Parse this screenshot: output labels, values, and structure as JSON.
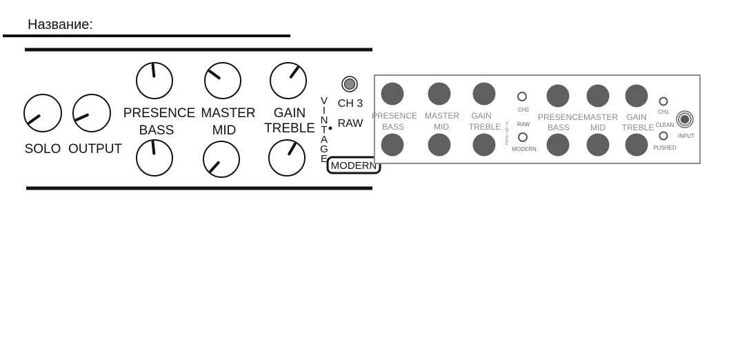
{
  "title_label": "Название:",
  "settings_panel": {
    "knobs": [
      {
        "name": "solo",
        "label": "SOLO",
        "value": 0.8
      },
      {
        "name": "output",
        "label": "OUTPUT",
        "value": 1.2
      },
      {
        "name": "presence",
        "label": "PRESENCE",
        "value": 4.8
      },
      {
        "name": "bass",
        "label": "BASS",
        "value": 4.8
      },
      {
        "name": "master",
        "label": "MASTER",
        "value": 3.2
      },
      {
        "name": "mid",
        "label": "MID",
        "value": 0.4
      },
      {
        "name": "gain",
        "label": "GAIN",
        "value": 6.2
      },
      {
        "name": "treble",
        "label": "TREBLE",
        "value": 6.0
      }
    ],
    "vintage_label": "VINTAGE",
    "channel_label": "CH 3",
    "raw_label": "RAW",
    "modern_label": "MODERN",
    "selected_mode": "MODERN"
  },
  "reference_panel": {
    "ch3_labels": {
      "presence": "PRESENCE",
      "bass": "BASS",
      "master": "MASTER",
      "mid": "MID",
      "gain": "GAIN",
      "treble": "TREBLE"
    },
    "ch2": {
      "label": "CH2",
      "raw": "RAW",
      "modern": "MODERN",
      "vintage": "VINTAGE"
    },
    "ch1_labels": {
      "presence": "PRESENCE",
      "bass": "BASS",
      "master": "MASTER",
      "mid": "MID",
      "gain": "GAIN",
      "treble": "TREBLE"
    },
    "ch1": {
      "label": "CH1",
      "clean": "CLEAN",
      "pushed": "PUSHED"
    },
    "input_label": "INPUT"
  },
  "colors": {
    "ink": "#111111",
    "panel_knob": "#5f5f5f",
    "panel_text": "#8a8a8a"
  }
}
